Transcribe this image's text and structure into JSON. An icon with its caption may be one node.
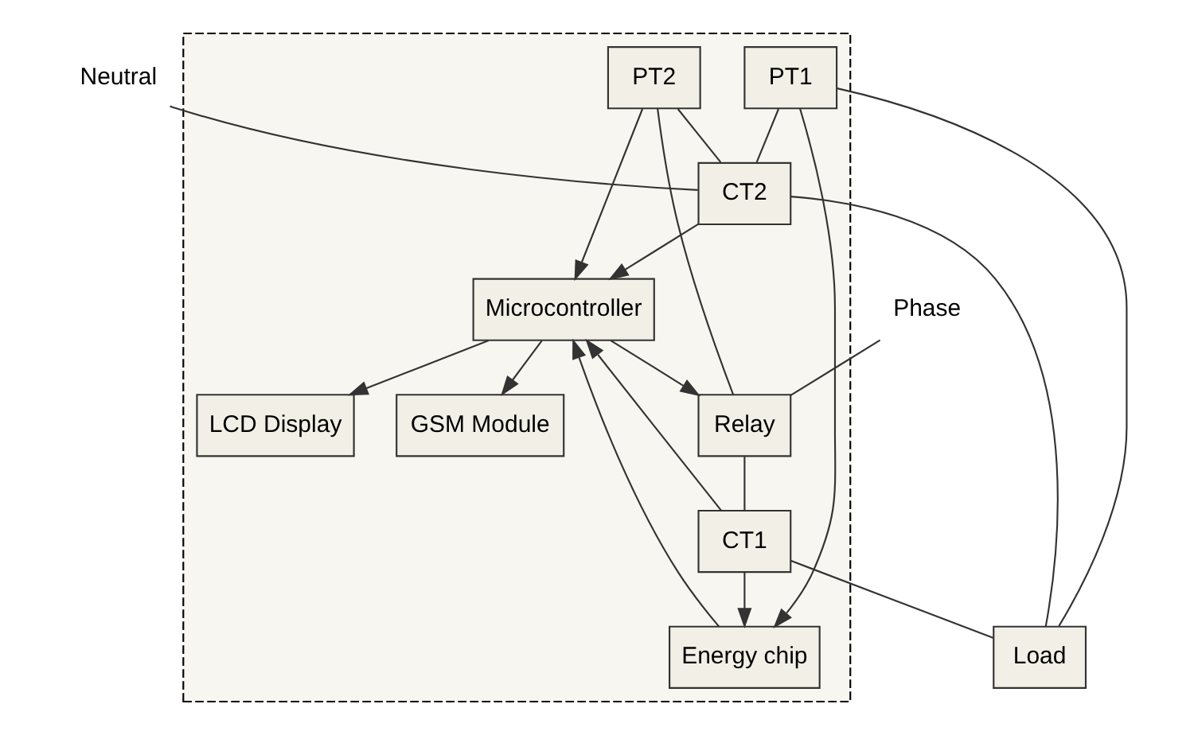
{
  "diagram": {
    "nodes": [
      {
        "text": [],
        "shape": "box"
      },
      {
        "text": [
          "LCD Display"
        ],
        "in": 0
      },
      {
        "text": [
          "GSM Module"
        ],
        "in": 0
      },
      {
        "text": [
          "Microcontroller"
        ],
        "in": 0
      },
      {
        "text": [
          "Energy chip"
        ],
        "in": 0
      },
      {
        "text": [
          "PT2"
        ],
        "in": 0
      },
      {
        "text": [
          "Relay"
        ],
        "in": 0
      },
      {
        "text": [
          "CT1"
        ],
        "in": 0
      },
      {
        "text": [
          "PT1"
        ],
        "in": 0
      },
      {
        "text": [
          "CT2"
        ],
        "in": 0
      },
      {
        "text": [
          "Load"
        ]
      },
      {
        "text": [
          "Phase"
        ]
      },
      {
        "text": [
          "Neutral"
        ]
      }
    ],
    "edges": [
      {
        "from": 3,
        "to": 1,
        "arrow": "to"
      },
      {
        "from": 3,
        "to": 2,
        "arrow": "to"
      },
      {
        "from": 4,
        "to": 3,
        "arrow": "to"
      },
      {
        "from": 5,
        "to": 3,
        "arrow": "to"
      },
      {
        "from": 9,
        "to": 3,
        "arrow": "to"
      },
      {
        "from": 3,
        "to": 6,
        "arrow": "to"
      },
      {
        "from": 7,
        "to": 3,
        "arrow": "to"
      },
      {
        "from": 7,
        "to": 4,
        "arrow": "to"
      },
      {
        "from": 8,
        "to": 4,
        "arrow": "to"
      },
      {
        "from": 11,
        "to": 6,
        "arrow": "none"
      },
      {
        "from": 5,
        "to": 6,
        "arrow": "none"
      },
      {
        "from": 6,
        "to": 7,
        "arrow": "none"
      },
      {
        "from": 7,
        "to": 10,
        "arrow": "none"
      },
      {
        "from": 8,
        "to": 10,
        "arrow": "none"
      },
      {
        "from": 12,
        "to": 9,
        "arrow": "none"
      },
      {
        "from": 5,
        "to": 9,
        "arrow": "none"
      },
      {
        "from": 9,
        "to": 10,
        "arrow": "none"
      },
      {
        "from": 8,
        "to": 9,
        "arrow": "none"
      }
    ]
  }
}
